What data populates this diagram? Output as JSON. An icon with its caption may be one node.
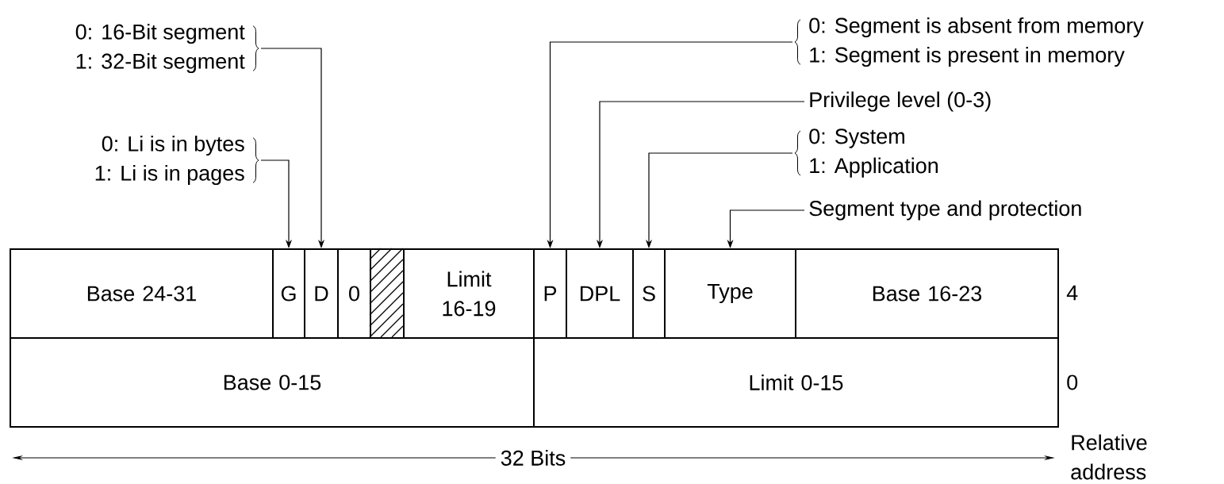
{
  "diagram": {
    "nodes": [
      {
        "text": [
          "0: 16-Bit segment",
          "1: 32-Bit segment"
        ]
      },
      {
        "text": [
          "0: Segment is absent from memory",
          "1: Segment is present in memory"
        ]
      },
      {
        "text": [
          "Privilege level (0-3)"
        ]
      },
      {
        "text": [
          "0: Li is in bytes",
          "1: Li is in pages"
        ]
      },
      {
        "text": [
          "0: System",
          "1: Application"
        ]
      },
      {
        "text": [
          "Segment type and protection"
        ]
      },
      {
        "text": [
          "Base 24-31"
        ]
      },
      {
        "text": [
          "G"
        ]
      },
      {
        "text": [
          "D"
        ]
      },
      {
        "text": [
          "0"
        ]
      },
      {
        "text": [],
        "shape": "box"
      },
      {
        "text": [
          "Limit 16-19"
        ]
      },
      {
        "text": [
          "P"
        ]
      },
      {
        "text": [
          "DPL"
        ]
      },
      {
        "text": [
          "S"
        ]
      },
      {
        "text": [
          "Type"
        ]
      },
      {
        "text": [
          "Base 16-23"
        ]
      },
      {
        "text": [
          "Base 0-15"
        ]
      },
      {
        "text": [
          "Limit 0-15"
        ]
      }
    ],
    "edges": [
      {
        "from": 0,
        "to": 8,
        "arrow": "to"
      },
      {
        "from": 1,
        "to": 12,
        "arrow": "to"
      },
      {
        "from": 2,
        "to": 13,
        "arrow": "to"
      },
      {
        "from": 3,
        "to": 7,
        "arrow": "to"
      },
      {
        "from": 4,
        "to": 14,
        "arrow": "to"
      },
      {
        "from": 5,
        "to": 15,
        "arrow": "to"
      }
    ],
    "labels": [
      "4",
      "0",
      "32 Bits",
      "Relative address"
    ]
  }
}
